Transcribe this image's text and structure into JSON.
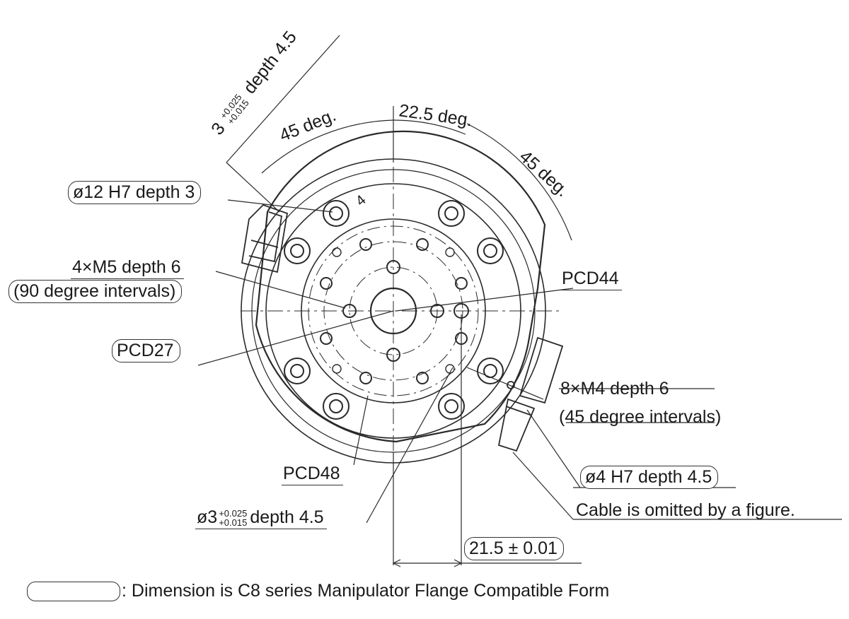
{
  "labels": {
    "tol_hole_top": "3",
    "tol_plus": "+0.025",
    "tol_minus": "+0.015",
    "tol_depth": "depth 4.5",
    "angle_45_left": "45 deg.",
    "angle_22_5": "22.5 deg.",
    "angle_45_right": "45 deg.",
    "small_4": "4",
    "hole_12": "ø12 H7 depth 3",
    "m5_line1": "4×M5 depth 6",
    "m5_line2": "(90 degree intervals)",
    "pcd44": "PCD44",
    "pcd27": "PCD27",
    "m4_line1": "8×M4 depth 6",
    "m4_line2": "(45 degree intervals)",
    "pcd48": "PCD48",
    "hole_4": "ø4 H7 depth 4.5",
    "cable_note": "Cable is omitted by a figure.",
    "hole_3_main": "ø3",
    "hole_3_depth": "depth 4.5",
    "dim_21_5": "21.5 ± 0.01"
  },
  "legend": {
    "text": ": Dimension is C8 series Manipulator Flange Compatible Form"
  }
}
